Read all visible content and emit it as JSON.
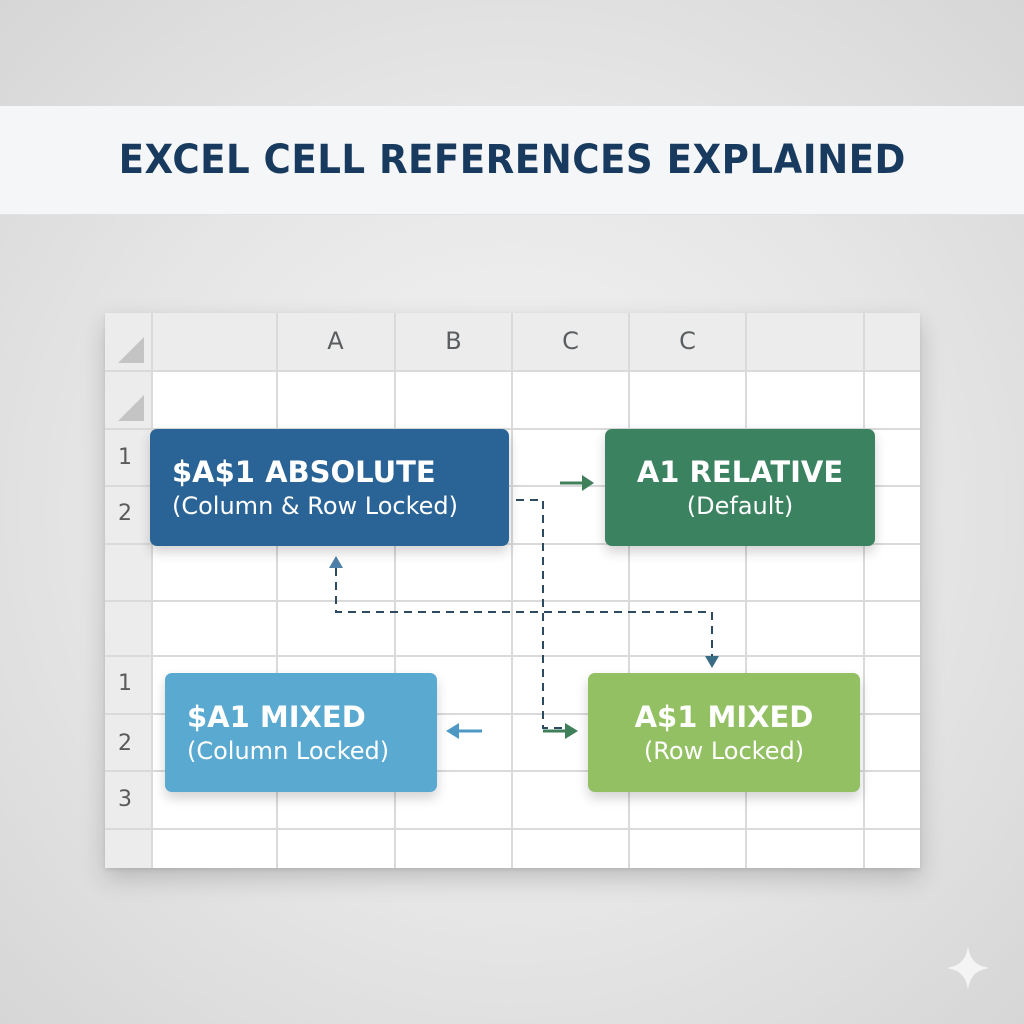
{
  "title": "EXCEL CELL REFERENCES EXPLAINED",
  "sheet": {
    "column_headers": [
      "",
      "A",
      "B",
      "C",
      "C",
      "",
      ""
    ],
    "row_headers_top": [
      "1",
      "2"
    ],
    "row_headers_bottom": [
      "1",
      "2",
      "3"
    ]
  },
  "cards": {
    "absolute": {
      "heading": "$A$1 ABSOLUTE",
      "subtitle": "(Column & Row Locked)",
      "color": "#2a6496"
    },
    "relative": {
      "heading": "A1 RELATIVE",
      "subtitle": "(Default)",
      "color": "#3b8260"
    },
    "mixed_column": {
      "heading": "$A1  MIXED",
      "subtitle": "(Column Locked)",
      "color": "#5aa9d1"
    },
    "mixed_row": {
      "heading": "A$1  MIXED",
      "subtitle": "(Row Locked)",
      "color": "#93c063"
    }
  },
  "colors": {
    "title": "#173a5e",
    "connector_dashed": "#2c4a60",
    "arrow_green": "#3f7f5a",
    "arrow_blue": "#4e98c4"
  },
  "icons": {
    "corner": "select-all-triangle-icon",
    "watermark": "sparkle-star-icon"
  }
}
